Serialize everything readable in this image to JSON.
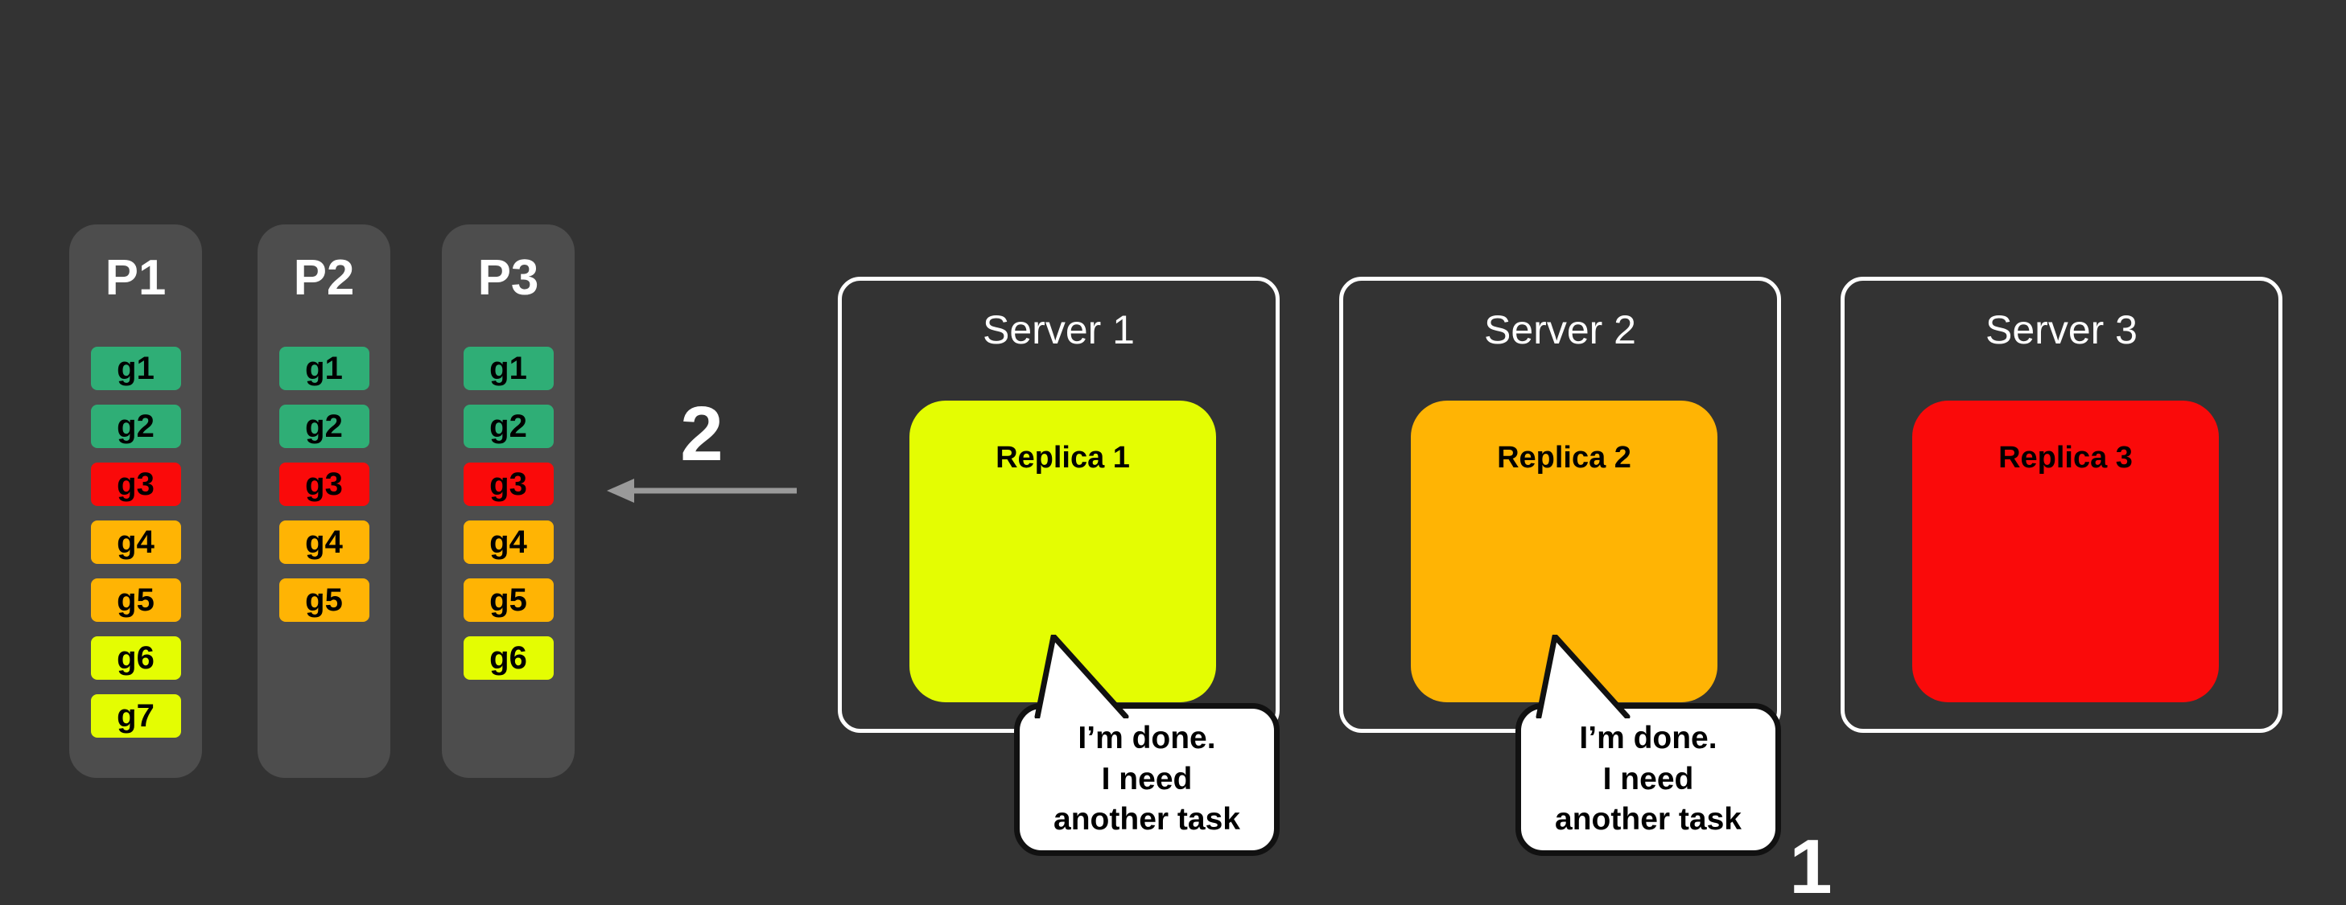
{
  "colors": {
    "background": "#333333",
    "queue_pill": "#4d4d4d",
    "task_green": "#2fae76",
    "task_red": "#fa0a0a",
    "task_orange": "#ffb404",
    "task_yellow": "#e4fd02",
    "arrow": "#9a9a9a",
    "server_border": "#ffffff",
    "bubble_background": "#ffffff",
    "bubble_border": "#111111"
  },
  "queues": [
    {
      "label": "P1",
      "tasks": [
        {
          "label": "g1",
          "color": "#2fae76"
        },
        {
          "label": "g2",
          "color": "#2fae76"
        },
        {
          "label": "g3",
          "color": "#fa0a0a"
        },
        {
          "label": "g4",
          "color": "#ffb404"
        },
        {
          "label": "g5",
          "color": "#ffb404"
        },
        {
          "label": "g6",
          "color": "#e4fd02"
        },
        {
          "label": "g7",
          "color": "#e4fd02"
        }
      ]
    },
    {
      "label": "P2",
      "tasks": [
        {
          "label": "g1",
          "color": "#2fae76"
        },
        {
          "label": "g2",
          "color": "#2fae76"
        },
        {
          "label": "g3",
          "color": "#fa0a0a"
        },
        {
          "label": "g4",
          "color": "#ffb404"
        },
        {
          "label": "g5",
          "color": "#ffb404"
        }
      ]
    },
    {
      "label": "P3",
      "tasks": [
        {
          "label": "g1",
          "color": "#2fae76"
        },
        {
          "label": "g2",
          "color": "#2fae76"
        },
        {
          "label": "g3",
          "color": "#fa0a0a"
        },
        {
          "label": "g4",
          "color": "#ffb404"
        },
        {
          "label": "g5",
          "color": "#ffb404"
        },
        {
          "label": "g6",
          "color": "#e4fd02"
        }
      ]
    }
  ],
  "step2": {
    "label": "2"
  },
  "step1": {
    "label": "1"
  },
  "servers": [
    {
      "label": "Server 1",
      "replica": {
        "label": "Replica 1",
        "color": "#e4fd02"
      },
      "bubble": {
        "lines": [
          "I’m done.",
          "I need",
          "another task"
        ]
      }
    },
    {
      "label": "Server 2",
      "replica": {
        "label": "Replica 2",
        "color": "#ffb404"
      },
      "bubble": {
        "lines": [
          "I’m done.",
          "I need",
          "another task"
        ]
      }
    },
    {
      "label": "Server 3",
      "replica": {
        "label": "Replica 3",
        "color": "#fa0a0a"
      }
    }
  ]
}
